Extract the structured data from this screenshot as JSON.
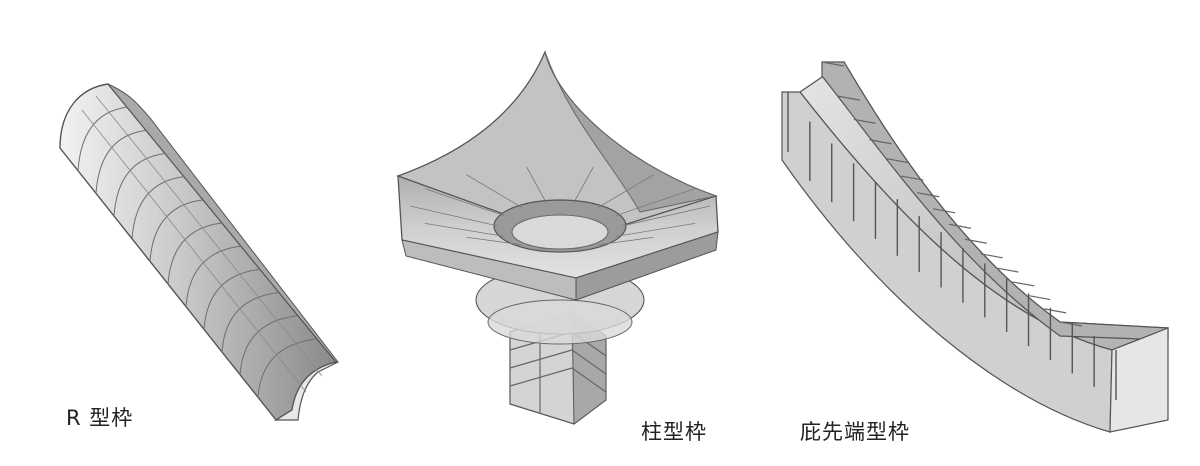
{
  "figures": [
    {
      "id": "r-form",
      "label": "R 型枠"
    },
    {
      "id": "column-form",
      "label": "柱型枠"
    },
    {
      "id": "eave-tip-form",
      "label": "庇先端型枠"
    }
  ],
  "colors": {
    "surface_light": "#d9d9d9",
    "surface_mid": "#bdbdbd",
    "surface_dark": "#8f8f8f",
    "edge": "#555555",
    "background": "#ffffff"
  }
}
